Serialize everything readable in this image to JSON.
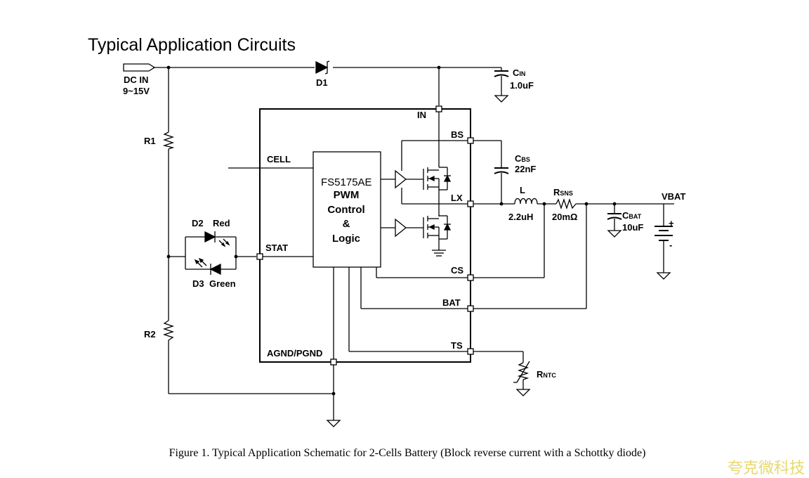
{
  "page": {
    "title": "Typical Application Circuits"
  },
  "caption": "Figure 1. Typical Application Schematic for 2-Cells Battery (Block reverse current with a Schottky diode)",
  "watermark": "夸克微科技",
  "input": {
    "label": "DC IN",
    "range": "9~15V"
  },
  "chip": {
    "part": "FS5175AE",
    "function_lines": [
      "PWM",
      "Control",
      "&",
      "Logic"
    ],
    "pins": {
      "in": "IN",
      "bs": "BS",
      "lx": "LX",
      "cs": "CS",
      "bat": "BAT",
      "ts": "TS",
      "cell": "CELL",
      "stat": "STAT",
      "gnd": "AGND/PGND"
    }
  },
  "components": {
    "d1": {
      "name": "D1"
    },
    "cin": {
      "main": "C",
      "sub": "IN",
      "value": "1.0uF"
    },
    "cbs": {
      "main": "C",
      "sub": "BS",
      "value": "22nF"
    },
    "inductor": {
      "name": "L",
      "value": "2.2uH"
    },
    "rsns": {
      "main": "R",
      "sub": "SNS",
      "value": "20mΩ"
    },
    "cbat": {
      "main": "C",
      "sub": "BAT",
      "value": "10uF"
    },
    "vbat": {
      "name": "VBAT",
      "plus": "+",
      "minus": "-"
    },
    "rntc": {
      "main": "R",
      "sub": "NTC"
    },
    "r1": {
      "name": "R1"
    },
    "r2": {
      "name": "R2"
    },
    "d2": {
      "name": "D2",
      "color": "Red"
    },
    "d3": {
      "name": "D3",
      "color": "Green"
    }
  }
}
